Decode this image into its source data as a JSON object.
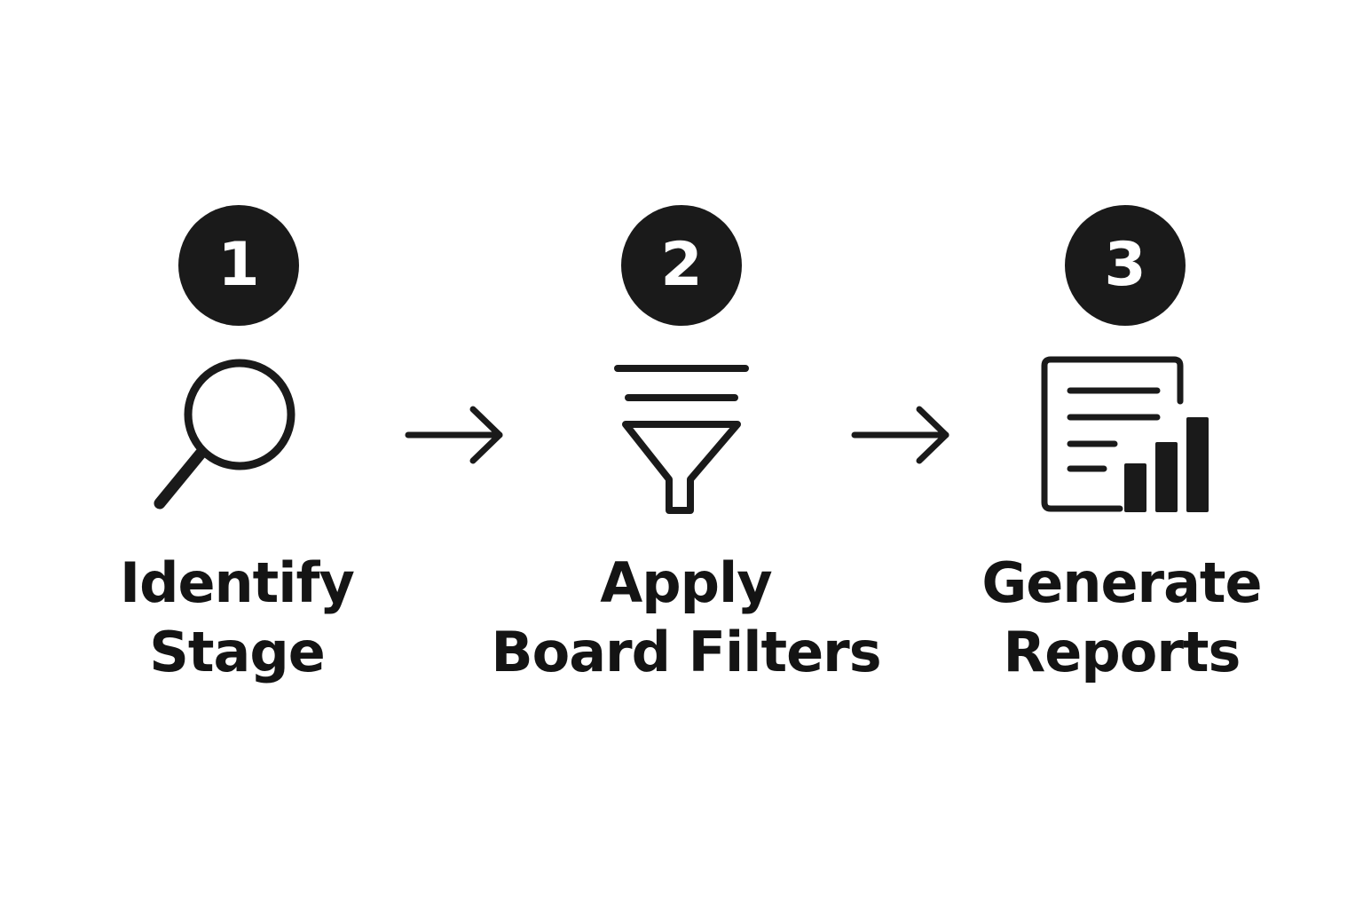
{
  "colors": {
    "ink": "#1a1a1a",
    "badge_fill": "#1a1a1a",
    "badge_text": "#ffffff",
    "background": "#ffffff"
  },
  "steps": [
    {
      "number": "1",
      "icon": "magnifier-icon",
      "label_line1": "Identify",
      "label_line2": "Stage"
    },
    {
      "number": "2",
      "icon": "funnel-filter-icon",
      "label_line1": "Apply",
      "label_line2": "Board Filters"
    },
    {
      "number": "3",
      "icon": "report-chart-icon",
      "label_line1": "Generate",
      "label_line2": "Reports"
    }
  ],
  "connectors": [
    {
      "icon": "arrow-right-icon"
    },
    {
      "icon": "arrow-right-icon"
    }
  ]
}
